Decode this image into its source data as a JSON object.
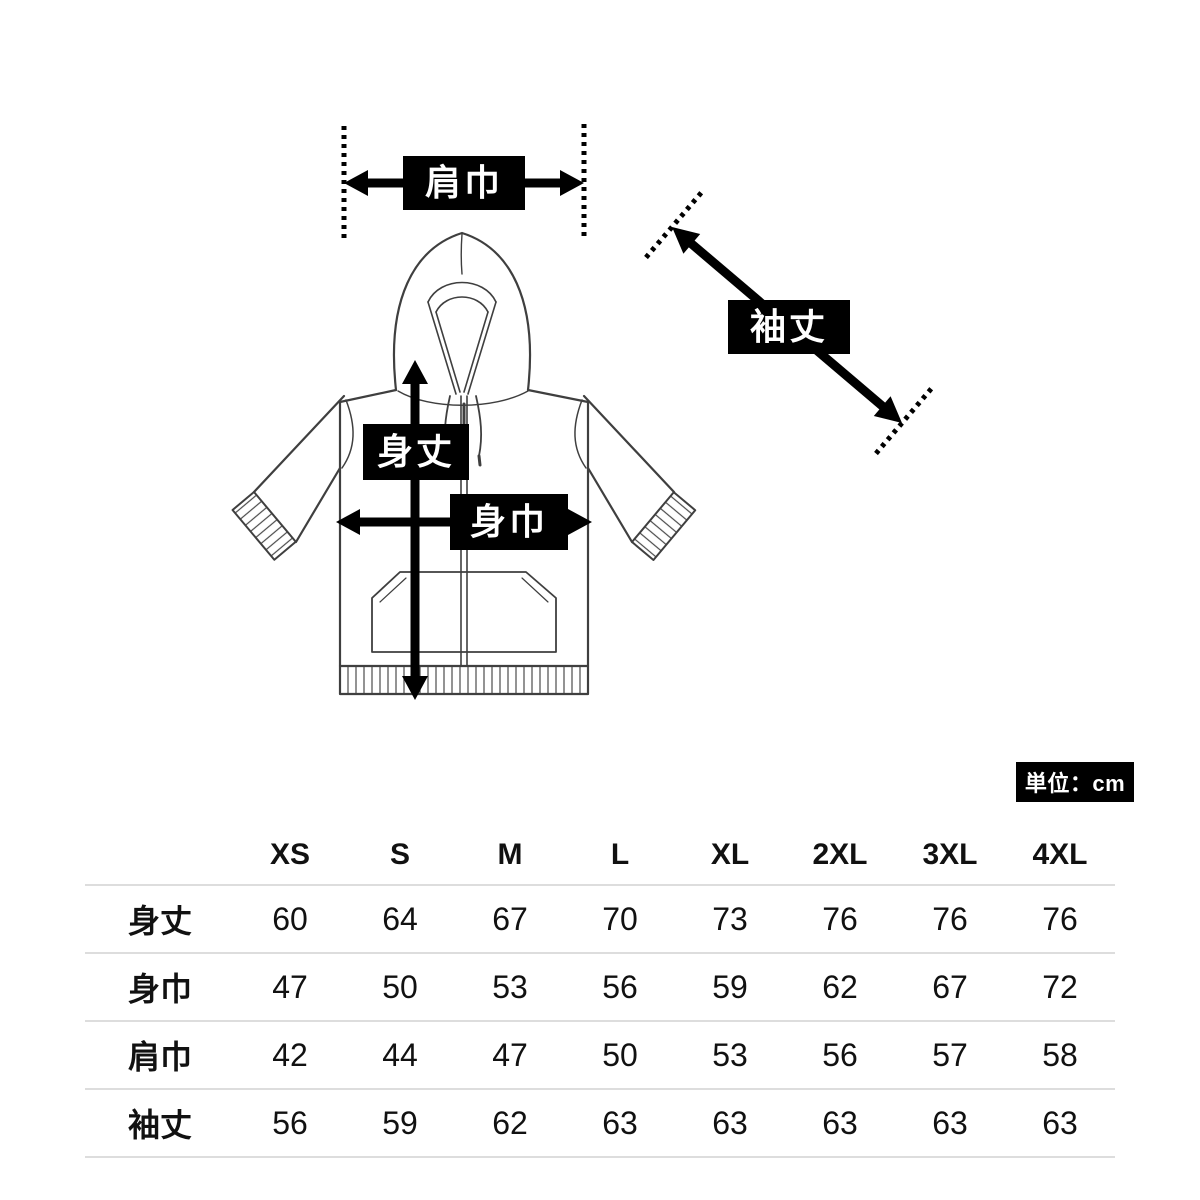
{
  "diagram": {
    "illustration": "zip-up-hoodie-technical-sketch",
    "labels": {
      "shoulder_width": "肩巾",
      "sleeve_length": "袖丈",
      "body_length": "身丈",
      "body_width": "身巾"
    },
    "label_colors": {
      "background": "#000000",
      "text": "#ffffff"
    }
  },
  "unit_badge": {
    "text": "単位：cm"
  },
  "size_table": {
    "columns": [
      "XS",
      "S",
      "M",
      "L",
      "XL",
      "2XL",
      "3XL",
      "4XL"
    ],
    "rows": [
      {
        "label": "身丈",
        "values": [
          "60",
          "64",
          "67",
          "70",
          "73",
          "76",
          "76",
          "76"
        ]
      },
      {
        "label": "身巾",
        "values": [
          "47",
          "50",
          "53",
          "56",
          "59",
          "62",
          "67",
          "72"
        ]
      },
      {
        "label": "肩巾",
        "values": [
          "42",
          "44",
          "47",
          "50",
          "53",
          "56",
          "57",
          "58"
        ]
      },
      {
        "label": "袖丈",
        "values": [
          "56",
          "59",
          "62",
          "63",
          "63",
          "63",
          "63",
          "63"
        ]
      }
    ]
  }
}
